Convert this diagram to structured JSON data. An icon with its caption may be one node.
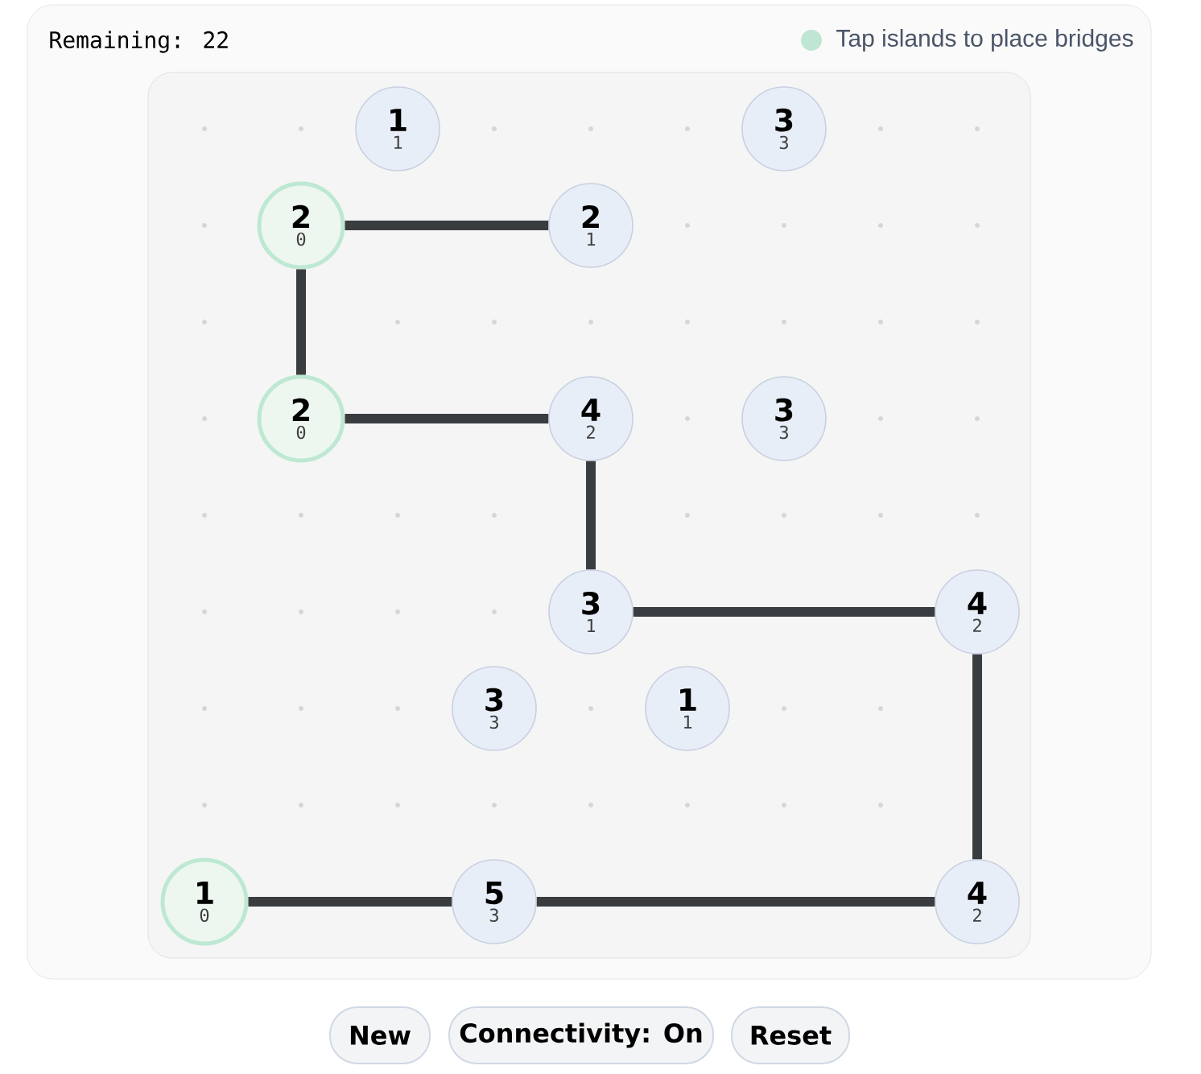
{
  "diagram": {
    "nodes": [
      {
        "text": [
          "1",
          "1"
        ]
      },
      {
        "text": [
          "3",
          "3"
        ]
      },
      {
        "text": [
          "2",
          "0"
        ]
      },
      {
        "text": [
          "2",
          "1"
        ]
      },
      {
        "text": [
          "2",
          "0"
        ]
      },
      {
        "text": [
          "4",
          "2"
        ]
      },
      {
        "text": [
          "3",
          "3"
        ]
      },
      {
        "text": [
          "3",
          "1"
        ]
      },
      {
        "text": [
          "4",
          "2"
        ]
      },
      {
        "text": [
          "3",
          "3"
        ]
      },
      {
        "text": [
          "1",
          "1"
        ]
      },
      {
        "text": [
          "1",
          "0"
        ]
      },
      {
        "text": [
          "5",
          "3"
        ]
      },
      {
        "text": [
          "4",
          "2"
        ]
      }
    ],
    "edges": [
      {
        "from": 2,
        "to": 3,
        "arrow": "none"
      },
      {
        "from": 2,
        "to": 4,
        "arrow": "none"
      },
      {
        "from": 4,
        "to": 5,
        "arrow": "none"
      },
      {
        "from": 5,
        "to": 7,
        "arrow": "none"
      },
      {
        "from": 7,
        "to": 8,
        "arrow": "none"
      },
      {
        "from": 8,
        "to": 13,
        "arrow": "none"
      },
      {
        "from": 11,
        "to": 12,
        "arrow": "none"
      },
      {
        "from": 12,
        "to": 13,
        "arrow": "none"
      }
    ],
    "labels": [
      "Remaining: 22",
      "New",
      "Connectivity: On",
      "Reset"
    ],
    "legend": [
      {
        "text": "Tap islands to place bridges",
        "color": "#bfe6d2"
      }
    ]
  }
}
